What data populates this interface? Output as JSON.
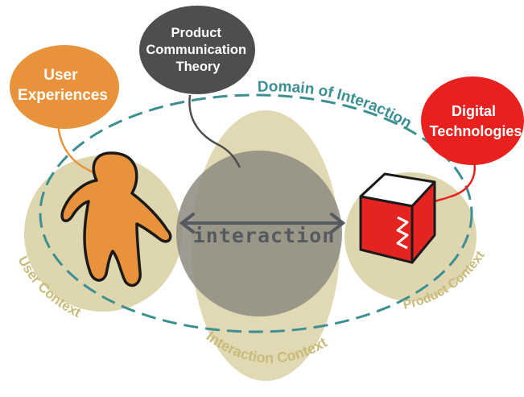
{
  "labels": {
    "product_communication_theory": [
      "Product",
      "Communication",
      "Theory"
    ],
    "user_experiences": [
      "User",
      "Experiences"
    ],
    "digital_technologies": [
      "Digital",
      "Technologies"
    ],
    "domain_of_interaction": "Domain of Interaction",
    "interaction": "interaction",
    "user_context": "User Context",
    "product_context": "Product Context",
    "interaction_context": "Interaction Context"
  },
  "colors": {
    "context_fill": "#d8cfa0",
    "context_text": "#c8bb7a",
    "interaction_sphere": "#8d8a80",
    "interaction_text": "#555a5e",
    "domain_ring": "#3c8f92",
    "user_bubble": "#e8923b",
    "theory_bubble": "#4d4f4e",
    "digital_bubble": "#e8201e",
    "person_fill": "#e8923b",
    "cube_red": "#e32420"
  }
}
